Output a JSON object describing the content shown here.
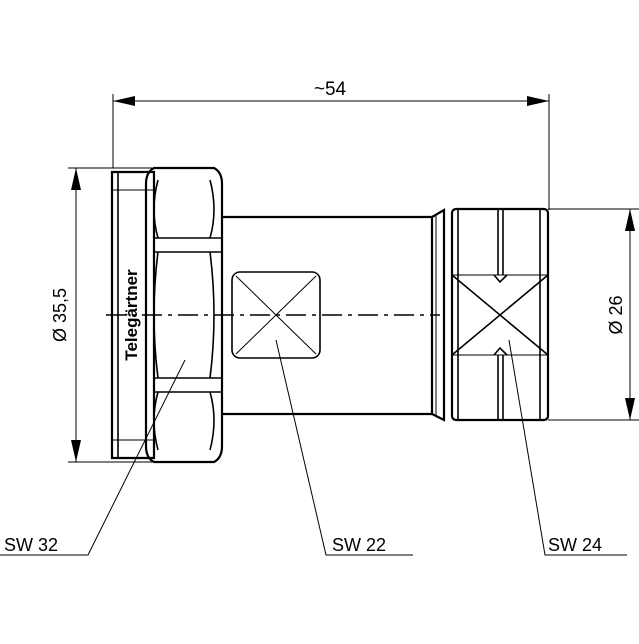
{
  "dimensions": {
    "overall_length": "~54",
    "nut_diameter": "Ø 35,5",
    "body_diameter": "Ø 26"
  },
  "callouts": {
    "nut_wrench": "SW  32",
    "body_wrench": "SW  22",
    "rear_wrench": "SW  24"
  },
  "branding": {
    "logo_text": "Telegärtner"
  }
}
